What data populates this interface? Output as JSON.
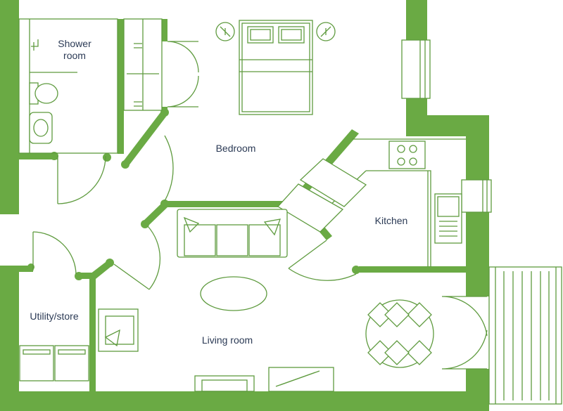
{
  "colors": {
    "wall": "#6aaa44",
    "line": "#5f9b3f",
    "label": "#2b3a55",
    "background": "#ffffff"
  },
  "rooms": {
    "shower_room": "Shower\nroom",
    "bedroom": "Bedroom",
    "kitchen": "Kitchen",
    "utility_store": "Utility/store",
    "living_room": "Living room"
  }
}
